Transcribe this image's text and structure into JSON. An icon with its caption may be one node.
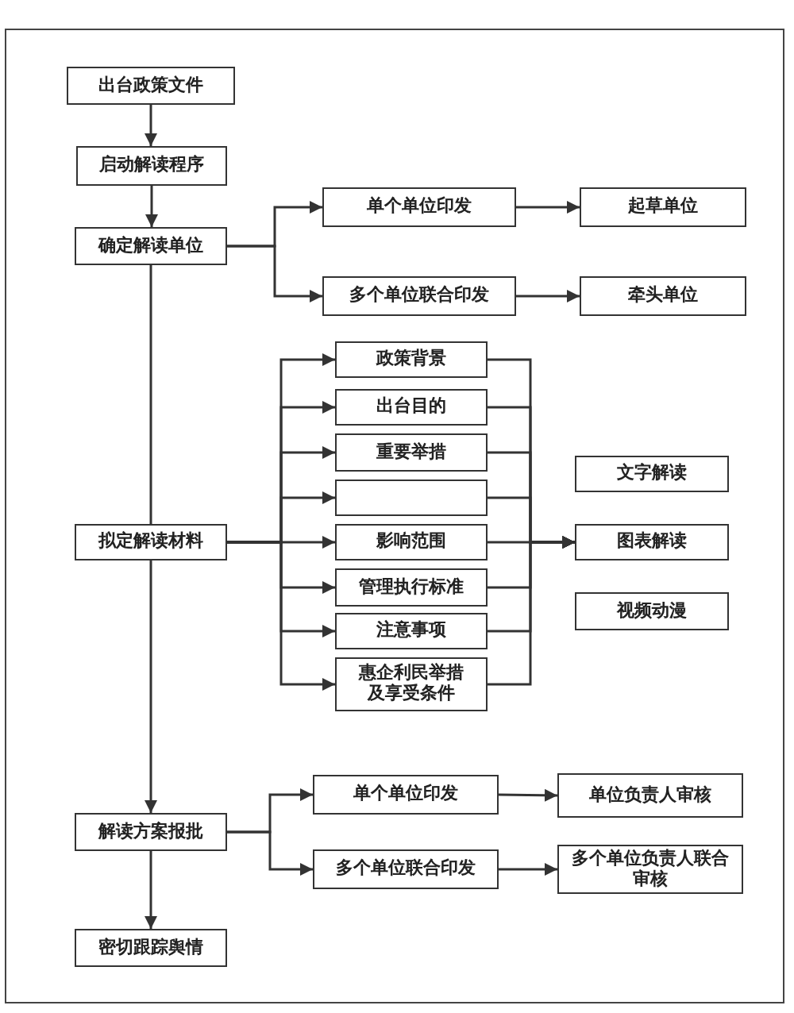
{
  "diagram": {
    "nodes": [
      {
        "text": [
          "出台政策文件"
        ]
      },
      {
        "text": [
          "启动解读程序"
        ]
      },
      {
        "text": [
          "确定解读单位"
        ]
      },
      {
        "text": [
          "单个单位印发"
        ]
      },
      {
        "text": [
          "起草单位"
        ]
      },
      {
        "text": [
          "多个单位联合印发"
        ]
      },
      {
        "text": [
          "牵头单位"
        ]
      },
      {
        "text": [
          "拟定解读材料"
        ]
      },
      {
        "text": [
          "政策背景"
        ]
      },
      {
        "text": [
          "出台目的"
        ]
      },
      {
        "text": [
          "重要举措"
        ]
      },
      {
        "text": [],
        "shape": "box"
      },
      {
        "text": [
          "影响范围"
        ]
      },
      {
        "text": [
          "管理执行标准"
        ]
      },
      {
        "text": [
          "注意事项"
        ]
      },
      {
        "text": [
          "惠企利民举措及享受条件"
        ]
      },
      {
        "text": [
          "文字解读"
        ]
      },
      {
        "text": [
          "图表解读"
        ]
      },
      {
        "text": [
          "视频动漫"
        ]
      },
      {
        "text": [
          "解读方案报批"
        ]
      },
      {
        "text": [
          "单个单位印发"
        ]
      },
      {
        "text": [
          "单位负责人审核"
        ]
      },
      {
        "text": [
          "多个单位联合印发"
        ]
      },
      {
        "text": [
          "多个单位负责人联合审核"
        ]
      },
      {
        "text": [
          "密切跟踪舆情"
        ]
      }
    ],
    "edges": [
      {
        "from": 0,
        "to": 1,
        "arrow": "to"
      },
      {
        "from": 1,
        "to": 2,
        "arrow": "to"
      },
      {
        "from": 2,
        "to": 3,
        "arrow": "to"
      },
      {
        "from": 2,
        "to": 5,
        "arrow": "to"
      },
      {
        "from": 3,
        "to": 4,
        "arrow": "to"
      },
      {
        "from": 5,
        "to": 6,
        "arrow": "to"
      },
      {
        "from": 2,
        "to": 7,
        "arrow": "none"
      },
      {
        "from": 7,
        "to": 8,
        "arrow": "to"
      },
      {
        "from": 7,
        "to": 9,
        "arrow": "to"
      },
      {
        "from": 7,
        "to": 10,
        "arrow": "to"
      },
      {
        "from": 7,
        "to": 11,
        "arrow": "to"
      },
      {
        "from": 7,
        "to": 12,
        "arrow": "to"
      },
      {
        "from": 7,
        "to": 13,
        "arrow": "to"
      },
      {
        "from": 7,
        "to": 14,
        "arrow": "to"
      },
      {
        "from": 7,
        "to": 15,
        "arrow": "to"
      },
      {
        "from": 8,
        "to": 17,
        "arrow": "to"
      },
      {
        "from": 9,
        "to": 17,
        "arrow": "to"
      },
      {
        "from": 10,
        "to": 17,
        "arrow": "to"
      },
      {
        "from": 11,
        "to": 17,
        "arrow": "to"
      },
      {
        "from": 12,
        "to": 17,
        "arrow": "to"
      },
      {
        "from": 13,
        "to": 17,
        "arrow": "to"
      },
      {
        "from": 14,
        "to": 17,
        "arrow": "to"
      },
      {
        "from": 15,
        "to": 17,
        "arrow": "to"
      },
      {
        "from": 7,
        "to": 19,
        "arrow": "to"
      },
      {
        "from": 19,
        "to": 20,
        "arrow": "to"
      },
      {
        "from": 19,
        "to": 22,
        "arrow": "to"
      },
      {
        "from": 20,
        "to": 21,
        "arrow": "to"
      },
      {
        "from": 22,
        "to": 23,
        "arrow": "to"
      },
      {
        "from": 19,
        "to": 24,
        "arrow": "to"
      }
    ]
  }
}
